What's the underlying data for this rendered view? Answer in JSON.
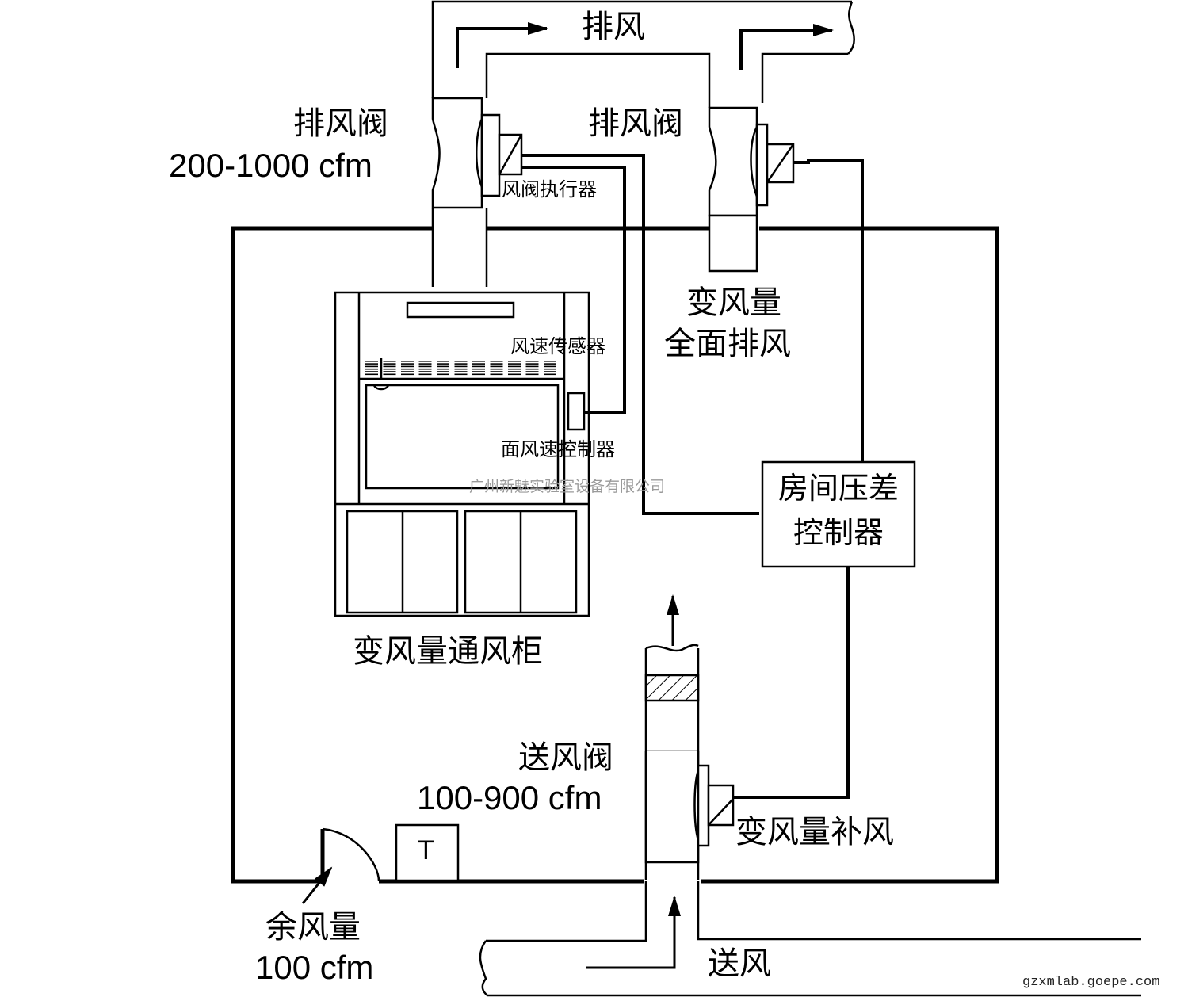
{
  "diagram": {
    "title": "变风量实验室通风控制系统",
    "labels": {
      "exhaust": "排风",
      "exhaust_valve_left": "排风阀",
      "exhaust_valve_left_range": "200-1000 cfm",
      "exhaust_valve_right": "排风阀",
      "damper_actuator": "风阀执行器",
      "vav_general_exhaust_line1": "变风量",
      "vav_general_exhaust_line2": "全面排风",
      "airflow_sensor": "风速传感器",
      "face_velocity_controller": "面风速控制器",
      "room_pressure_controller_line1": "房间压差",
      "room_pressure_controller_line2": "控制器",
      "vav_fume_hood": "变风量通风柜",
      "supply_valve": "送风阀",
      "supply_valve_range": "100-900 cfm",
      "vav_makeup_air": "变风量补风",
      "thermostat": "T",
      "residual_air_line1": "余风量",
      "residual_air_line2": "100 cfm",
      "supply_air": "送风"
    },
    "watermark": "广州新魅实验室设备有限公司",
    "source_url": "gzxmlab.goepe.com"
  }
}
